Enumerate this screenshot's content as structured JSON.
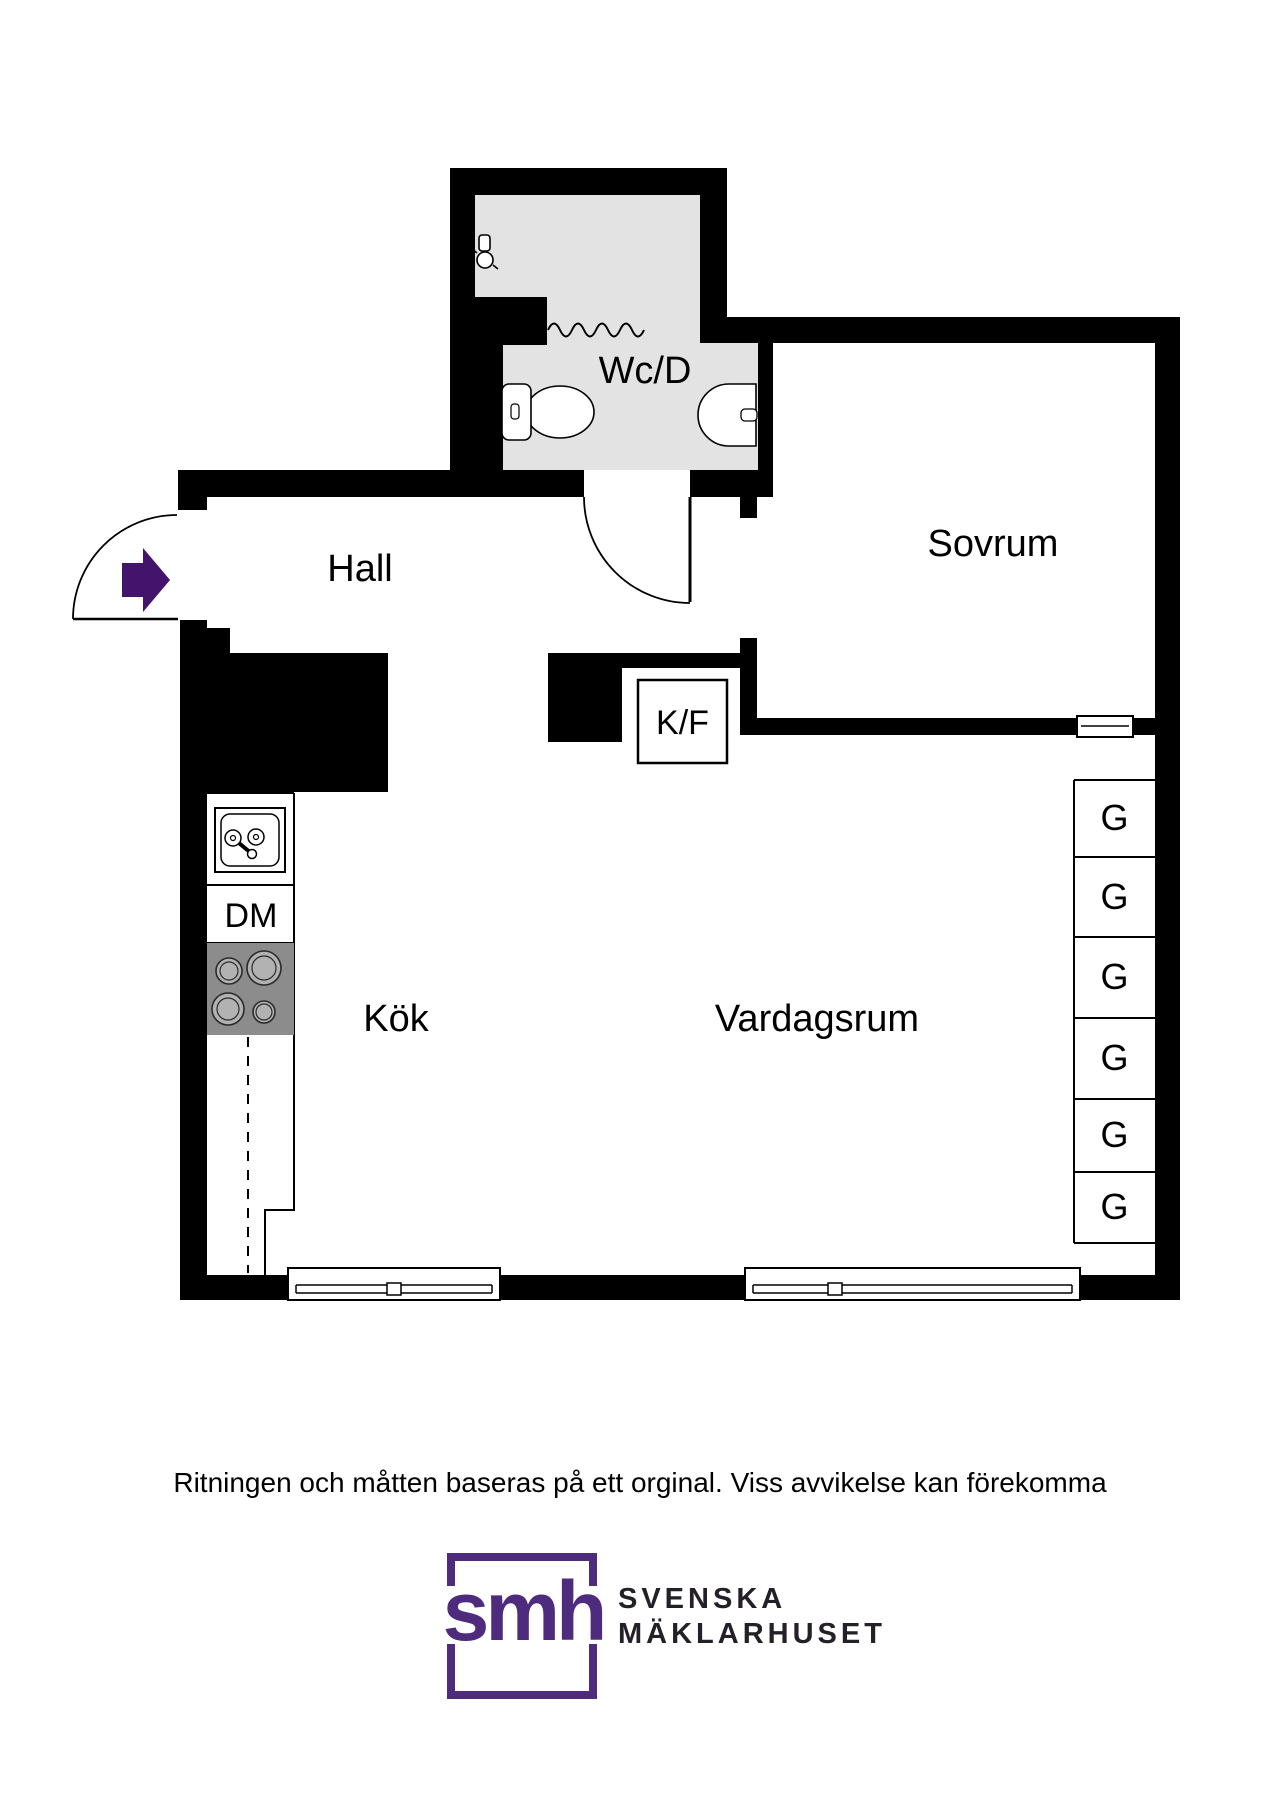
{
  "plan": {
    "rooms": {
      "hall": "Hall",
      "bathroom": "Wc/D",
      "bedroom": "Sovrum",
      "kitchen": "Kök",
      "living_room": "Vardagsrum"
    },
    "appliances": {
      "fridge_freezer": "K/F",
      "dishwasher": "DM"
    },
    "wardrobe": {
      "cells": [
        "G",
        "G",
        "G",
        "G",
        "G",
        "G"
      ]
    },
    "icons": [
      "entry-arrow-icon",
      "shower-icon",
      "shower-curtain-icon",
      "toilet-icon",
      "washbasin-icon",
      "kitchen-sink-icon",
      "stove-icon"
    ],
    "colors": {
      "wall": "#000000",
      "bathroom_floor": "#e3e3e3",
      "stove_body": "#8c8c8c",
      "burner": "#b2b2b2",
      "entry_arrow": "#44136b",
      "logo_purple": "#4e2b7d",
      "brand_text": "#232027"
    }
  },
  "footer": {
    "disclaimer": "Ritningen och måtten baseras på ett orginal. Viss avvikelse kan förekomma"
  },
  "logo": {
    "monogram": "smh",
    "brand_line1": "SVENSKA",
    "brand_line2": "MÄKLARHUSET"
  }
}
